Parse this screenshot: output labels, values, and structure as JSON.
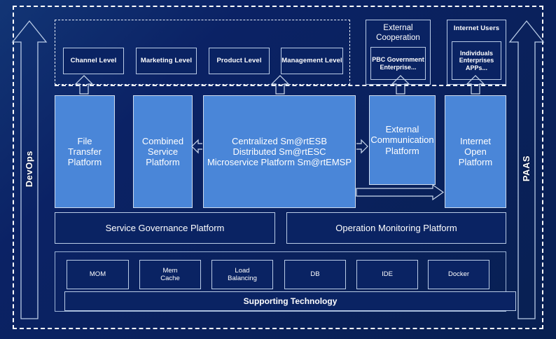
{
  "diagram": {
    "title": "Enterprise Service Platform Architecture",
    "colors": {
      "background_navy": "#0b2265",
      "panel_navy": "#0a2363",
      "accent_blue": "#4a86d8",
      "outline": "#b9cbe6",
      "text": "#ffffff"
    }
  },
  "side_rails": {
    "left": {
      "label": "DevOps",
      "direction": "up"
    },
    "right": {
      "label": "PAAS",
      "direction": "up"
    }
  },
  "consumer_layer": {
    "internal_channels": [
      {
        "label": "Channel Level"
      },
      {
        "label": "Marketing Level"
      },
      {
        "label": "Product Level"
      },
      {
        "label": "Management Level"
      }
    ],
    "external_cooperation": {
      "title_lines": [
        "External",
        "Cooperation"
      ],
      "inner_lines": [
        "PBC Government",
        "Enterprise..."
      ]
    },
    "internet_users": {
      "title_lines": [
        "Internet Users"
      ],
      "inner_lines": [
        "Individuals",
        "Enterprises",
        "APPs..."
      ]
    }
  },
  "platform_layer": [
    {
      "name": "file-transfer-platform",
      "lines": [
        "File",
        "Transfer",
        "Platform"
      ]
    },
    {
      "name": "combined-service-platform",
      "lines": [
        "Combined",
        "Service",
        "Platform"
      ]
    },
    {
      "name": "integration-platform",
      "lines": [
        "Centralized Sm@rtESB",
        "Distributed Sm@rtESC",
        "Microservice Platform Sm@rtEMSP"
      ]
    },
    {
      "name": "external-communication-platform",
      "lines": [
        "External",
        "Communication",
        "Platform"
      ]
    },
    {
      "name": "internet-open-platform",
      "lines": [
        "Internet",
        "Open",
        "Platform"
      ]
    }
  ],
  "management_layer": [
    {
      "label": "Service Governance Platform"
    },
    {
      "label": "Operation Monitoring Platform"
    }
  ],
  "technology_layer": {
    "components": [
      {
        "lines": [
          "MOM"
        ]
      },
      {
        "lines": [
          "Mem",
          "Cache"
        ]
      },
      {
        "lines": [
          "Load",
          "Balancing"
        ]
      },
      {
        "lines": [
          "DB"
        ]
      },
      {
        "lines": [
          "IDE"
        ]
      },
      {
        "lines": [
          "Docker"
        ]
      }
    ],
    "banner": "Supporting Technology"
  }
}
